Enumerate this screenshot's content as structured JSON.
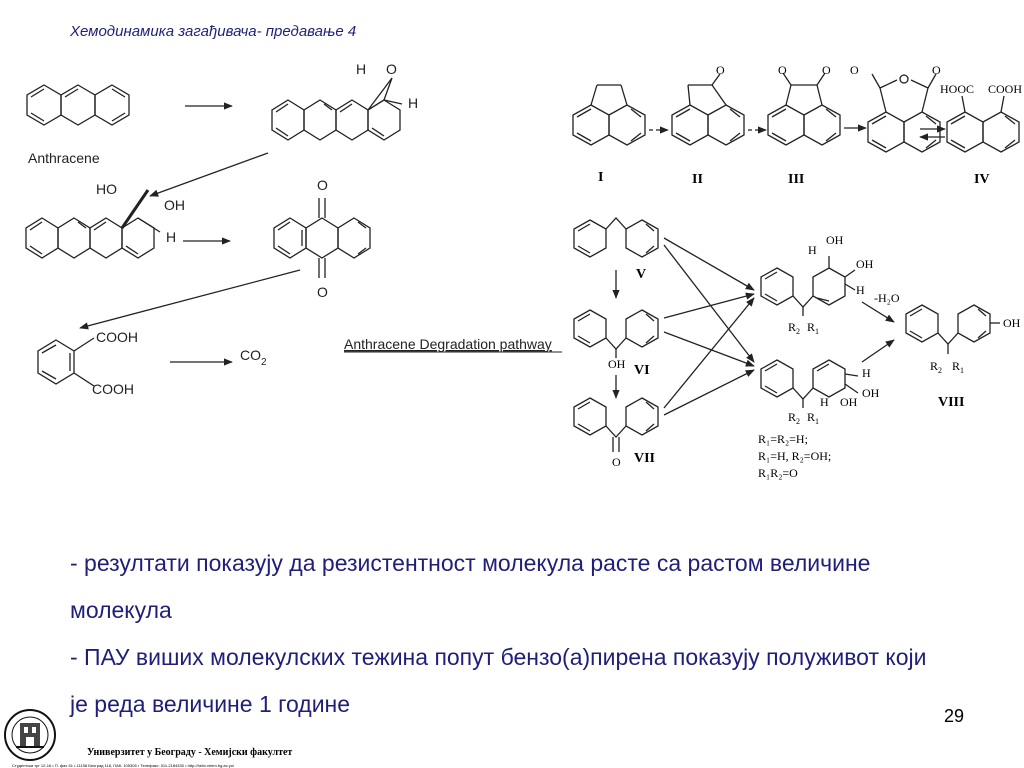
{
  "header": {
    "title": "Хемодинамика загађивача- предавање 4"
  },
  "left_pathway": {
    "anthracene_label": "Anthracene",
    "pathway_caption": "Anthracene Degradation pathway",
    "epoxide": {
      "h1": "H",
      "o": "O",
      "h2": "H"
    },
    "diol": {
      "ho": "HO",
      "oh": "OH",
      "h": "H"
    },
    "quinone": {
      "o_top": "O",
      "o_bottom": "O"
    },
    "phthalate": {
      "cooh_top": "COOH",
      "cooh_bottom": "COOH",
      "co2": "CO",
      "co2_sub": "2"
    }
  },
  "right_pathway": {
    "compound_labels": [
      "I",
      "II",
      "III",
      "IV",
      "V",
      "VI",
      "VII",
      "VIII"
    ],
    "cmp_ii_o": "O",
    "cmp_iii_o": "O",
    "cmp_iv": {
      "o": "O",
      "hooc": "HOOC",
      "cooh": "COOH"
    },
    "vi_oh": "OH",
    "vii_o": "O",
    "upper_int": {
      "h": "H",
      "oh1": "OH",
      "oh2": "OH",
      "h2": "H",
      "r2": "R",
      "r1": "R"
    },
    "lower_int": {
      "h": "H",
      "oh1": "OH",
      "oh2": "OH",
      "h2": "H",
      "r2": "R",
      "r1": "R"
    },
    "dehydration": "-H₂O",
    "viii": {
      "oh": "OH",
      "r2": "R",
      "r1": "R"
    },
    "substituents": [
      "R₁=R₂=H;",
      "R₁=H, R₂=OH;",
      "R₁R₂=O"
    ]
  },
  "bullets": [
    "- резултати показују да резистентност молекула расте са растом величине молекула",
    "- ПАУ виших молекулских тежина попут бензо(а)пирена показују полуживот који је реда величине 1 године"
  ],
  "page_number": "29",
  "footer": {
    "institution": "Универзитет у Београду - Хемијски факултет",
    "address": "Студентски трг 12-16 • П. фах 51 • 11158 Београд 118, ПАК: 105305 • Телефакс: 011-2184330 • http://helix.chem.bg.ac.yu/"
  }
}
